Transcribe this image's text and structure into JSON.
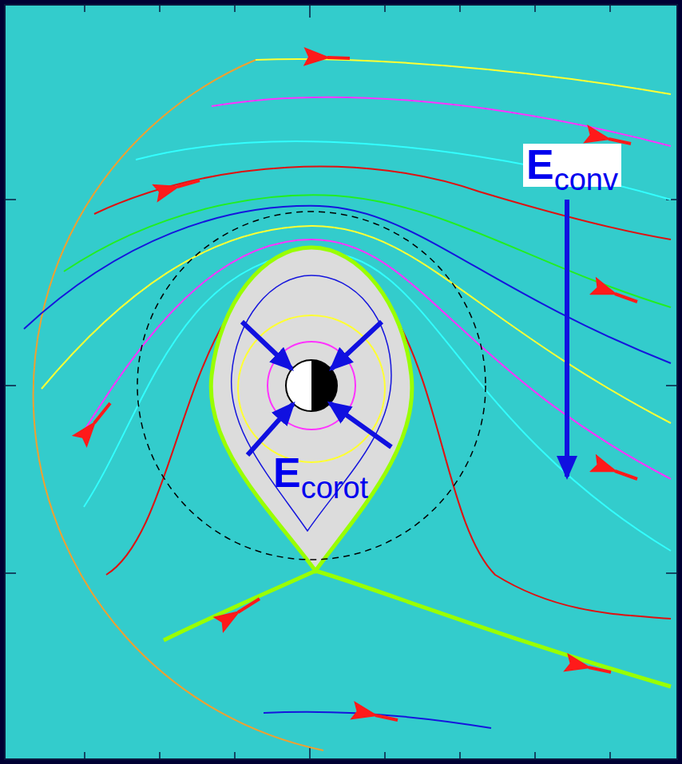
{
  "diagram": {
    "labels": [
      "E",
      "conv",
      "E",
      "corot"
    ]
  }
}
